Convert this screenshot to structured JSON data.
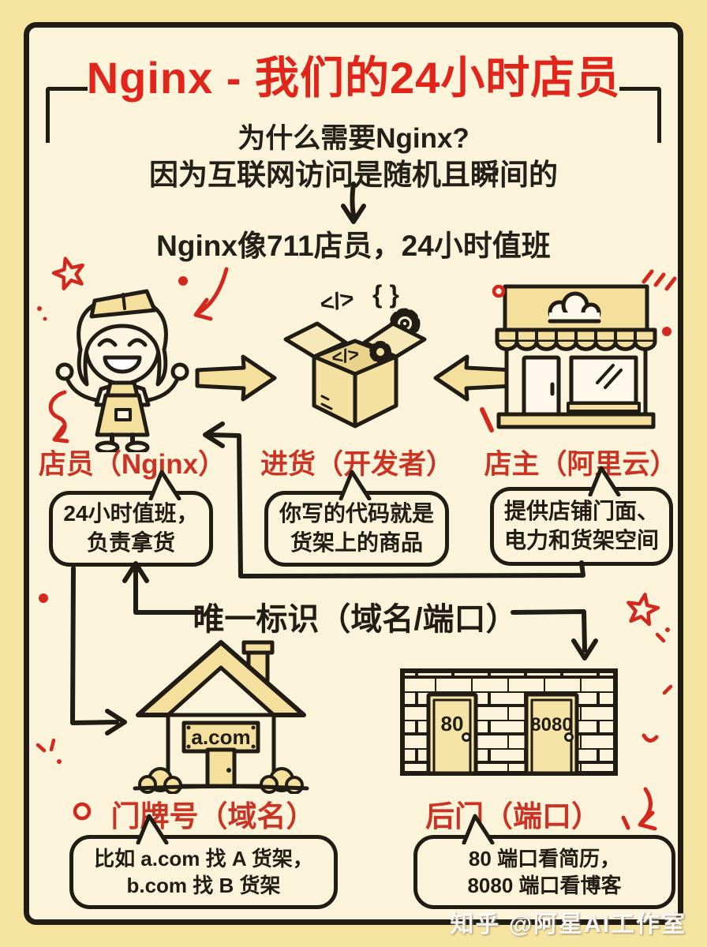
{
  "colors": {
    "outer_yellow": "#F5E3A0",
    "paper": "#FBF4DB",
    "ink": "#211D15",
    "title_red": "#E1251B",
    "label_red": "#CA3424",
    "doodle_red": "#D3281E",
    "fill_yellow": "#F4DF9C"
  },
  "header": {
    "title": "Nginx - 我们的24小时店员"
  },
  "intro": {
    "line1": "为什么需要Nginx?",
    "line2": "因为互联网访问是随机且瞬间的",
    "line3": "Nginx像711店员，24小时值班"
  },
  "actors": {
    "clerk": {
      "label": "店员（Nginx）",
      "bubble_line1": "24小时值班，",
      "bubble_line2": "负责拿货"
    },
    "developer": {
      "label": "进货（开发者）",
      "bubble_line1": "你写的代码就是",
      "bubble_line2": "货架上的商品"
    },
    "owner": {
      "label": "店主（阿里云）",
      "bubble_line1": "提供店铺门面、",
      "bubble_line2": "电力和货架空间"
    }
  },
  "box_symbols": {
    "code": "</>",
    "braces": "{ }",
    "code_inner": "</>"
  },
  "identifier": {
    "heading": "唯一标识（域名/端口）"
  },
  "domain_section": {
    "sign_text": "a.com",
    "label": "门牌号（域名）",
    "bubble_line1": "比如 a.com 找 A 货架，",
    "bubble_line2": "b.com 找 B 货架"
  },
  "port_section": {
    "door1": "80",
    "door2": "8080",
    "label": "后门（端口）",
    "bubble_line1": "80 端口看简历，",
    "bubble_line2": "8080 端口看博客"
  },
  "watermark": {
    "text": "知乎 @阿星AI工作室"
  }
}
